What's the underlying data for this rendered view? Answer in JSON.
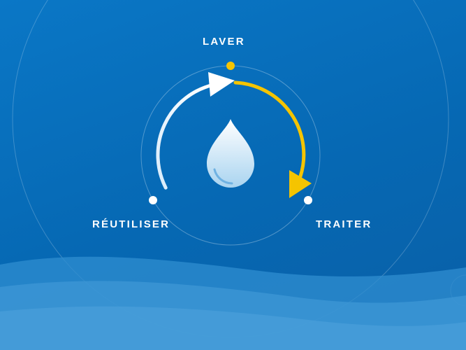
{
  "cycle": {
    "steps": [
      {
        "label": "LAVER",
        "marker_color": "#f5c400"
      },
      {
        "label": "TRAITER",
        "marker_color": "#ffffff"
      },
      {
        "label": "RÉUTILISER",
        "marker_color": "#ffffff"
      }
    ],
    "center_icon": "water-drop-icon"
  },
  "colors": {
    "background": "#0a6cb8",
    "accent_yellow": "#f5c400",
    "arrow_white": "#ffffff",
    "drop_top": "#ffffff",
    "drop_bottom": "#a9d4f0"
  }
}
